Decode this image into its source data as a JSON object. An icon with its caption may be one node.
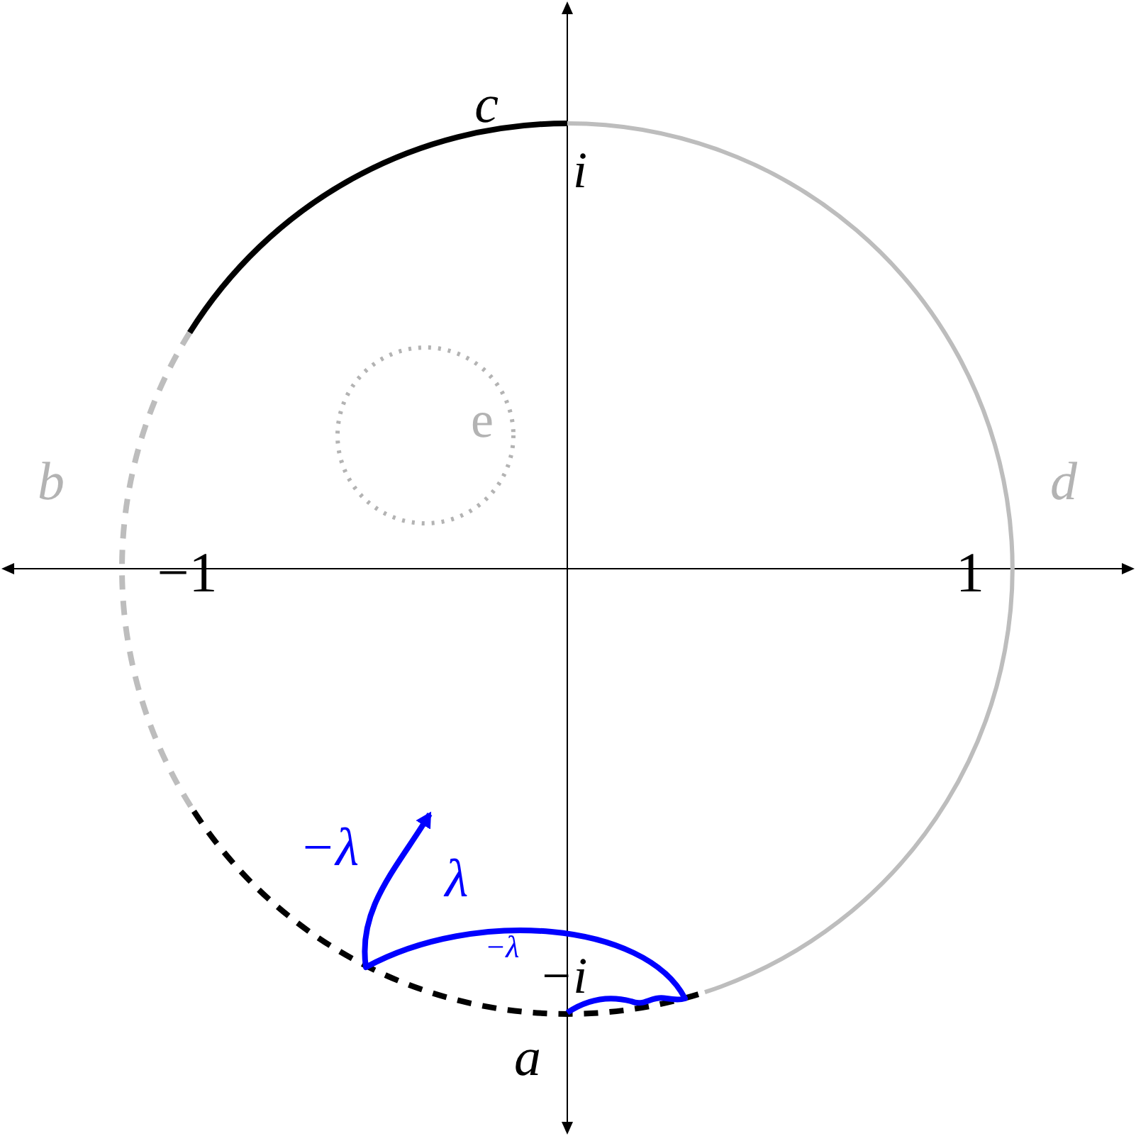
{
  "diagram": {
    "labels": [
      "c",
      "i",
      "e",
      "b",
      "d",
      "−1",
      "1",
      "−λ",
      "λ",
      "−λ",
      "−i",
      "a"
    ]
  }
}
